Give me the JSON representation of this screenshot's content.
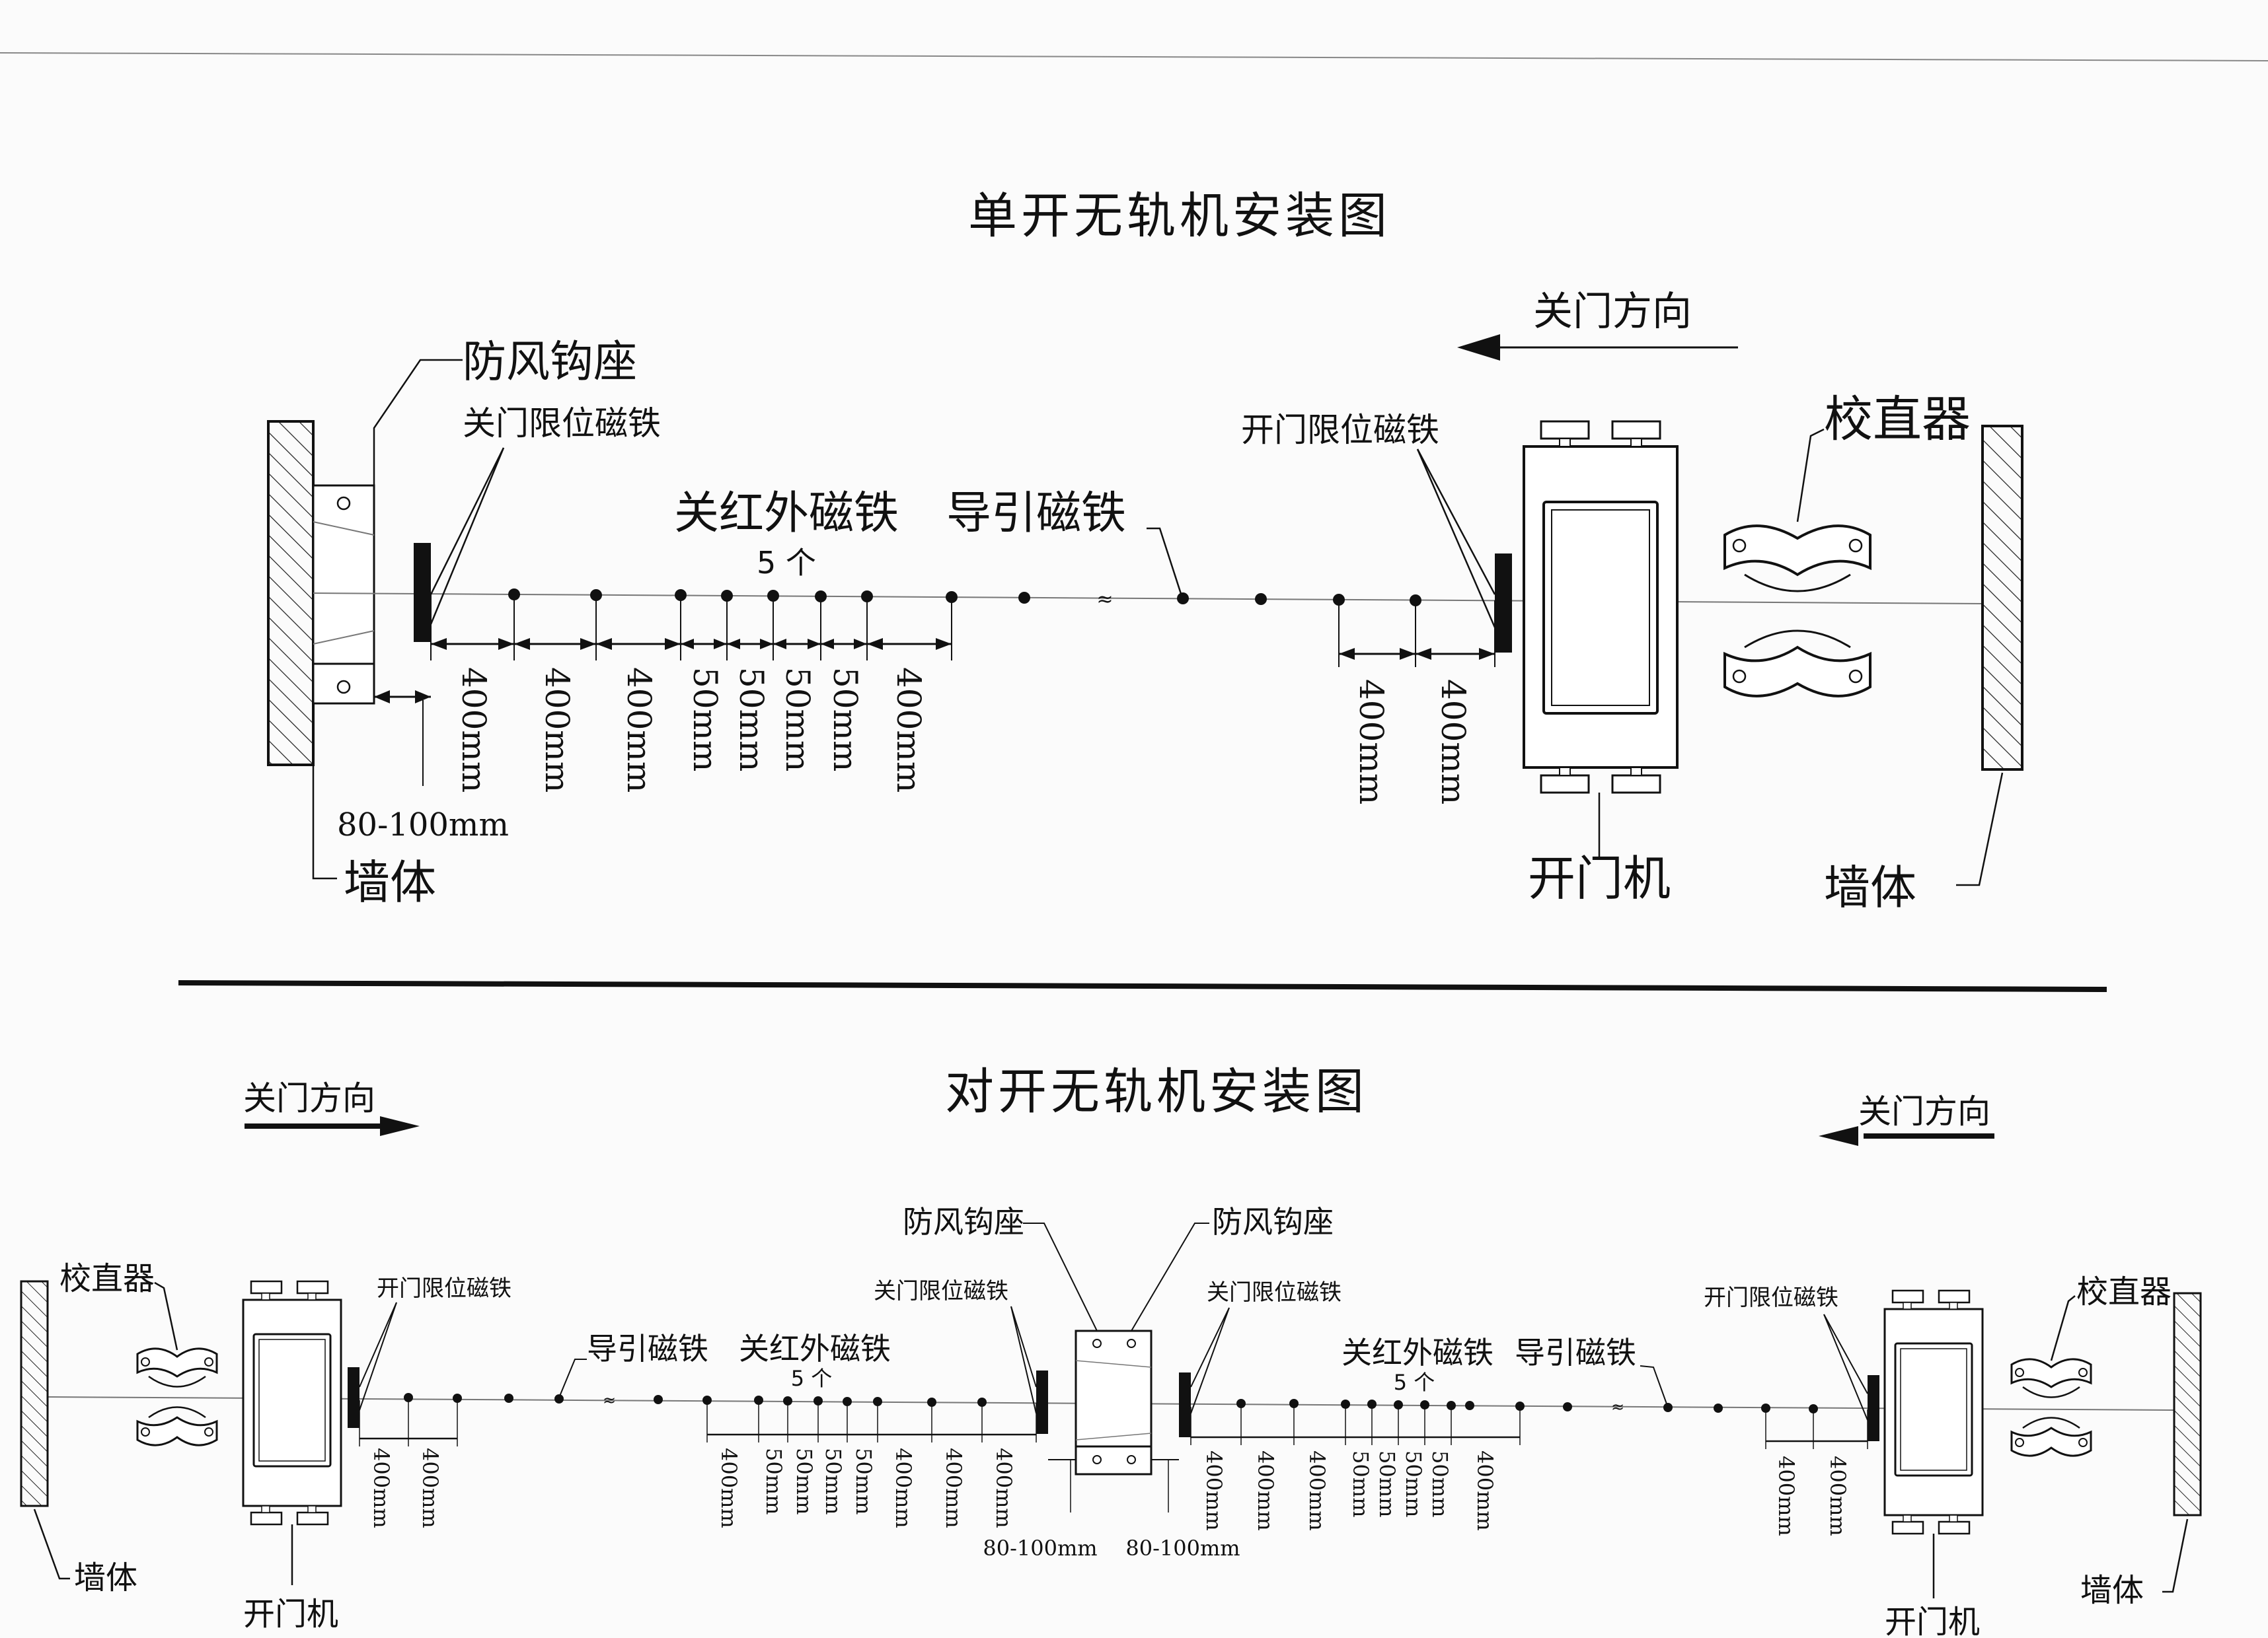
{
  "top": {
    "title": "单开无轨机安装图",
    "close_direction": "关门方向",
    "wind_hook_seat": "防风钩座",
    "close_limit_magnet": "关门限位磁铁",
    "close_ir_magnet": "关红外磁铁",
    "count_5": "5 个",
    "guide_magnet": "导引磁铁",
    "open_limit_magnet": "开门限位磁铁",
    "straightener": "校直器",
    "opener": "开门机",
    "wall_left": "墙体",
    "wall_right": "墙体",
    "gap": "80-100mm",
    "dims_left": [
      "400mm",
      "400mm",
      "400mm",
      "50mm",
      "50mm",
      "50mm",
      "50mm",
      "400mm"
    ],
    "dims_right": [
      "400mm",
      "400mm"
    ]
  },
  "bottom": {
    "title": "对开无轨机安装图",
    "close_direction_left": "关门方向",
    "close_direction_right": "关门方向",
    "straightener_left": "校直器",
    "straightener_right": "校直器",
    "open_limit_left": "开门限位磁铁",
    "open_limit_right": "开门限位磁铁",
    "guide_left": "导引磁铁",
    "guide_right": "导引磁铁",
    "ir_left": "关红外磁铁",
    "ir_right": "关红外磁铁",
    "count_left": "5 个",
    "count_right": "5 个",
    "hook_left": "防风钩座",
    "hook_right": "防风钩座",
    "close_limit_left": "关门限位磁铁",
    "close_limit_right": "关门限位磁铁",
    "gap_left": "80-100mm",
    "gap_right": "80-100mm",
    "opener_left": "开门机",
    "opener_right": "开门机",
    "wall_left": "墙体",
    "wall_right": "墙体",
    "dims_a": [
      "400mm",
      "400mm"
    ],
    "dims_b": [
      "400mm",
      "50mm",
      "50mm",
      "50mm",
      "50mm",
      "400mm",
      "400mm",
      "400mm"
    ],
    "dims_c": [
      "400mm",
      "400mm",
      "400mm",
      "50mm",
      "50mm",
      "50mm",
      "50mm",
      "400mm"
    ],
    "dims_d": [
      "400mm",
      "400mm"
    ]
  }
}
